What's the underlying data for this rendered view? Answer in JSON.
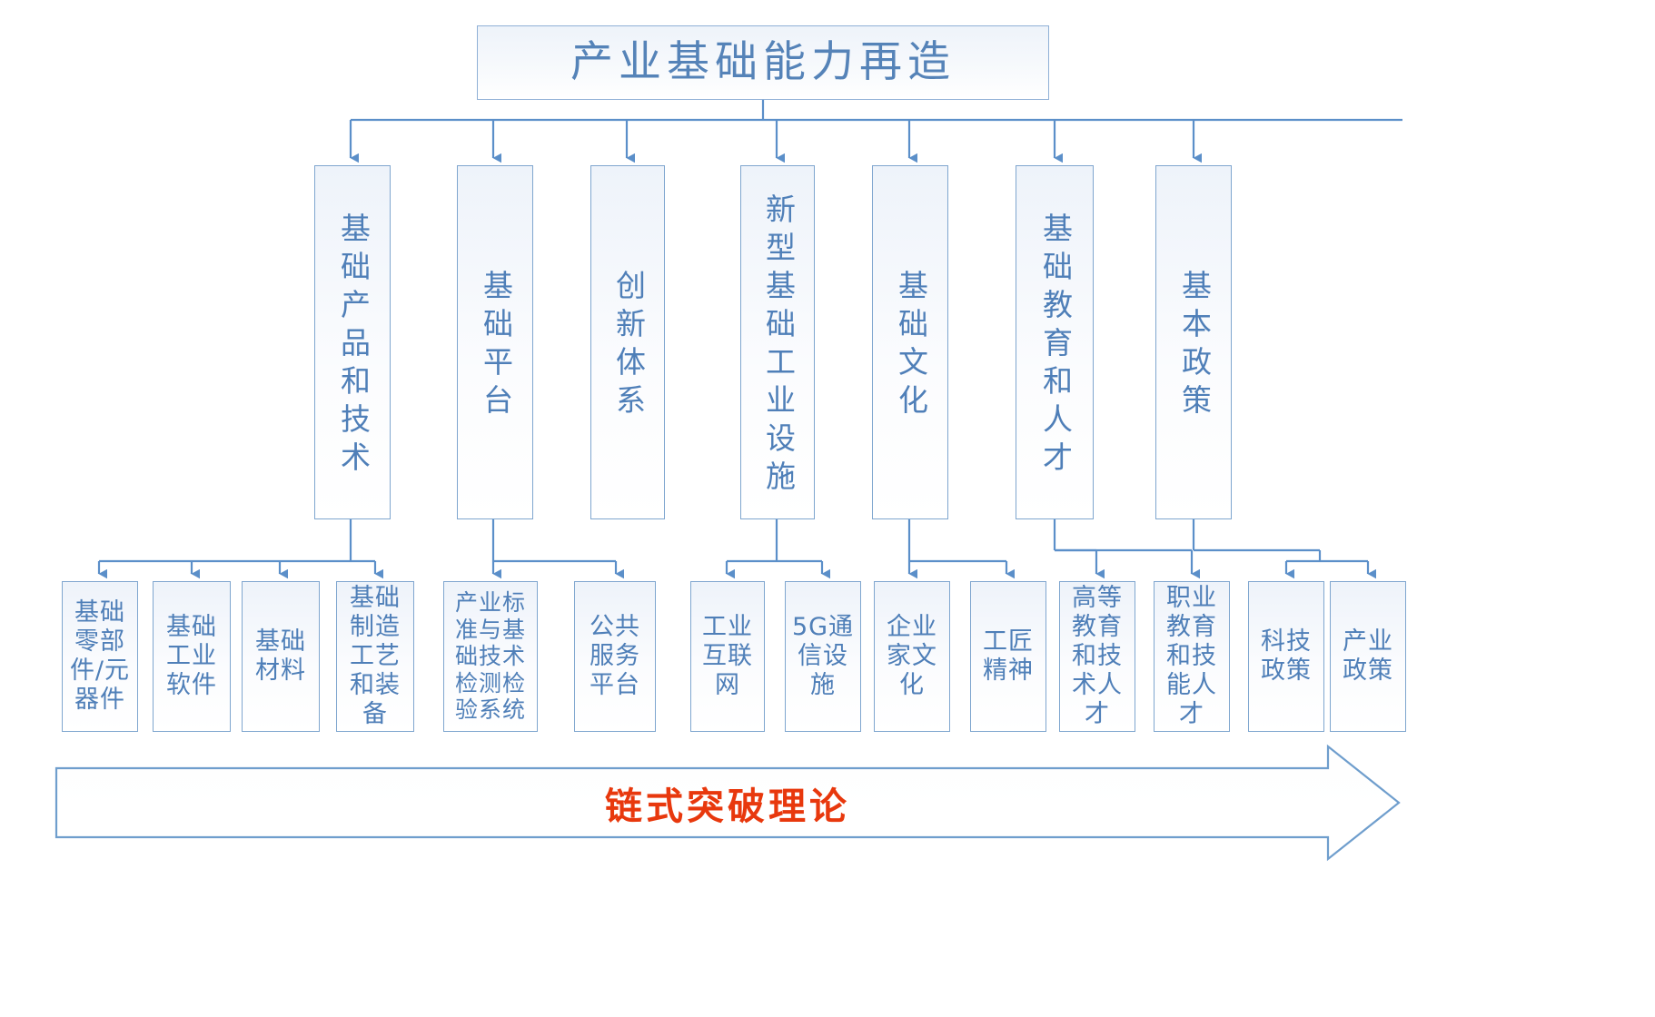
{
  "diagram": {
    "title": "产业基础能力再造",
    "banner_label": "链式突破理论",
    "colors": {
      "box_border": "#7fa6cf",
      "box_text": "#4f7fb8",
      "connector": "#5b8fc9",
      "banner_text": "#e8380d",
      "background": "#ffffff"
    },
    "pillars": [
      {
        "label": "基础产品和技术"
      },
      {
        "label": "基础平台"
      },
      {
        "label": "创新体系"
      },
      {
        "label": "新型基础工业设施"
      },
      {
        "label": "基础文化"
      },
      {
        "label": "基础教育和人才"
      },
      {
        "label": "基本政策"
      }
    ],
    "leaves": [
      {
        "label": "基础零部件/元器件"
      },
      {
        "label": "基础工业软件"
      },
      {
        "label": "基础材料"
      },
      {
        "label": "基础制造工艺和装备"
      },
      {
        "label": "产业标准与基础技术检测检验系统"
      },
      {
        "label": "公共服务平台"
      },
      {
        "label": "工业互联网"
      },
      {
        "label": "5G通信设施"
      },
      {
        "label": "企业家文化"
      },
      {
        "label": "工匠精神"
      },
      {
        "label": "高等教育和技术人才"
      },
      {
        "label": "职业教育和技能人才"
      },
      {
        "label": "科技政策"
      },
      {
        "label": "产业政策"
      }
    ]
  }
}
